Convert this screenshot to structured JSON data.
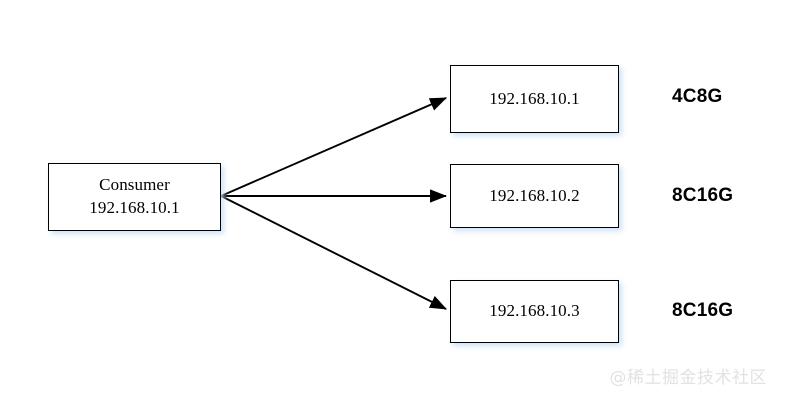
{
  "diagram": {
    "type": "node-link",
    "background_color": "#ffffff",
    "stroke_color": "#000000",
    "shadow_color": "#c6def5",
    "consumer": {
      "title": "Consumer",
      "address": "192.168.10.1"
    },
    "providers": [
      {
        "address": "192.168.10.1",
        "spec": "4C8G"
      },
      {
        "address": "192.168.10.2",
        "spec": "8C16G"
      },
      {
        "address": "192.168.10.3",
        "spec": "8C16G"
      }
    ],
    "edges": [
      {
        "from": "consumer",
        "to": "provider-0",
        "style": "solid-arrow"
      },
      {
        "from": "consumer",
        "to": "provider-1",
        "style": "solid-arrow"
      },
      {
        "from": "consumer",
        "to": "provider-2",
        "style": "solid-arrow"
      }
    ],
    "watermark": "@稀土掘金技术社区"
  }
}
